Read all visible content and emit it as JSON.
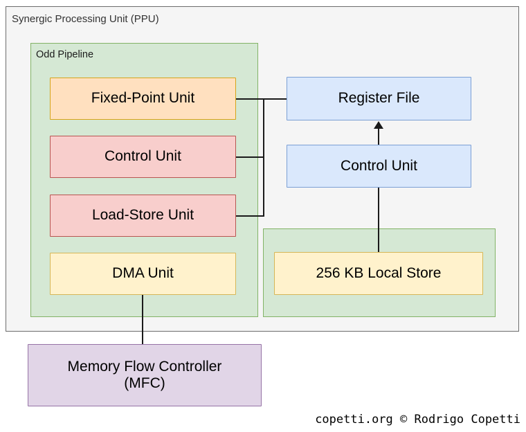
{
  "diagram": {
    "title": "Synergic Processing Unit (PPU)",
    "attribution": "copetti.org © Rodrigo Copetti"
  },
  "containers": {
    "ppu": {
      "label": "Synergic Processing Unit (PPU)"
    },
    "odd_pipeline": {
      "label": "Odd Pipeline"
    },
    "local_store_panel": {
      "label": ""
    }
  },
  "blocks": {
    "fixed_point_unit": {
      "label": "Fixed-Point Unit",
      "fill": "#ffe0bf",
      "stroke": "#d6a418"
    },
    "control_unit_pipeline": {
      "label": "Control Unit",
      "fill": "#f8cecc",
      "stroke": "#b85450"
    },
    "load_store_unit": {
      "label": "Load-Store Unit",
      "fill": "#f8cecc",
      "stroke": "#b85450"
    },
    "dma_unit": {
      "label": "DMA Unit",
      "fill": "#fff2cc",
      "stroke": "#d6b656"
    },
    "register_file": {
      "label": "Register File",
      "fill": "#dae8fc",
      "stroke": "#7b9fd4"
    },
    "control_unit": {
      "label": "Control Unit",
      "fill": "#dae8fc",
      "stroke": "#7b9fd4"
    },
    "local_store": {
      "label": "256 KB Local Store",
      "fill": "#fff2cc",
      "stroke": "#d6b656"
    },
    "memory_flow_controller": {
      "label_line1": "Memory Flow Controller",
      "label_line2": "(MFC)",
      "fill": "#e1d5e7",
      "stroke": "#9673a6"
    }
  },
  "colors": {
    "container_background": "#f5f5f5",
    "container_border": "#6c6c6c",
    "panel_green_fill": "#d5e8d4",
    "panel_green_stroke": "#82b366",
    "connector": "#1a1a1a",
    "page_background": "#ffffff"
  }
}
